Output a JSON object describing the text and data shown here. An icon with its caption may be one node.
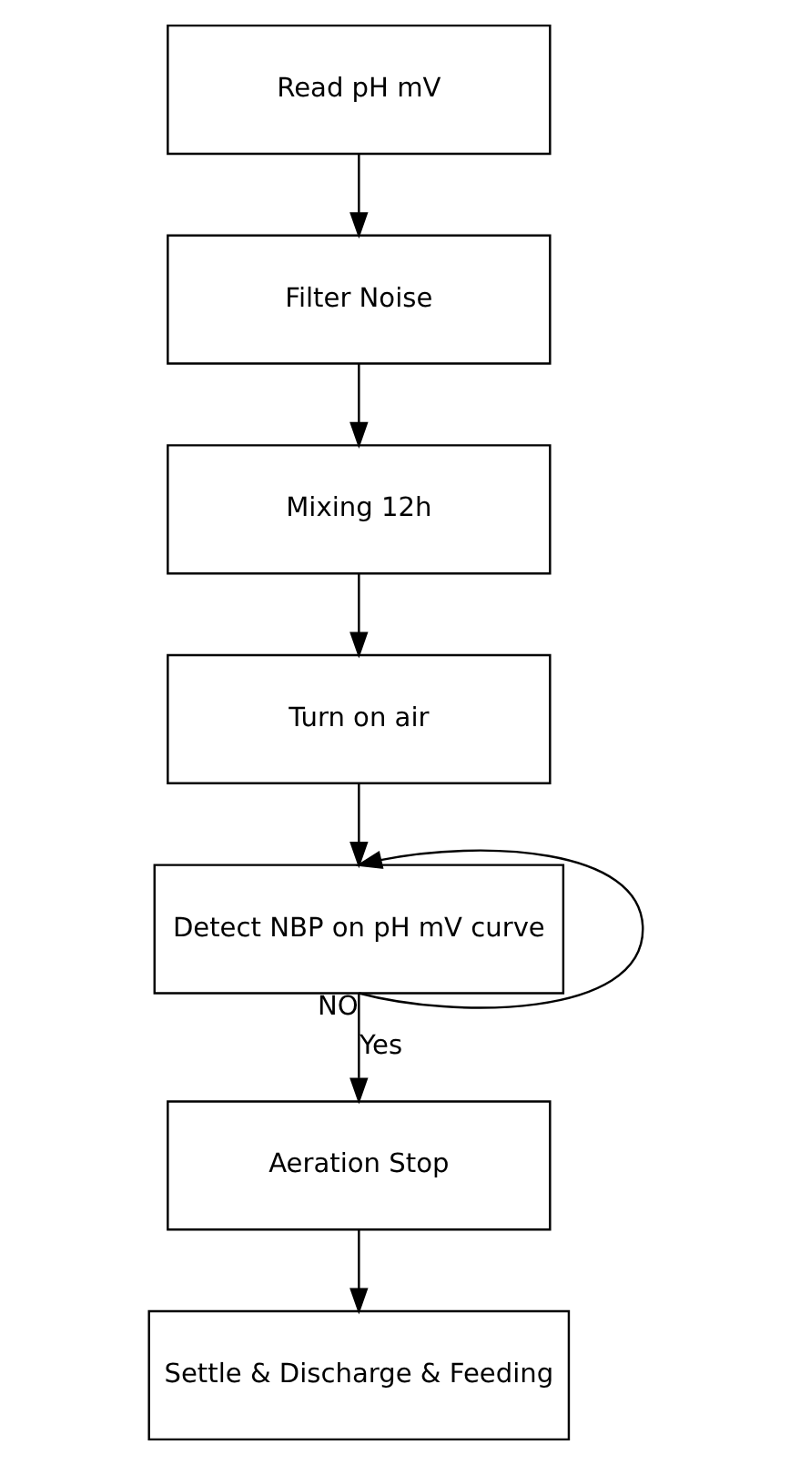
{
  "diagram": {
    "nodes": [
      {
        "text": [
          "Read pH mV"
        ]
      },
      {
        "text": [
          "Filter Noise"
        ]
      },
      {
        "text": [
          "Mixing 12h"
        ]
      },
      {
        "text": [
          "Turn on air"
        ]
      },
      {
        "text": [
          "Detect NBP on pH mV curve"
        ]
      },
      {
        "text": [
          "Aeration Stop"
        ]
      },
      {
        "text": [
          "Settle & Discharge & Feeding"
        ]
      }
    ],
    "edges": [
      {
        "from": 0,
        "to": 1,
        "arrow": "to"
      },
      {
        "from": 1,
        "to": 2,
        "arrow": "to"
      },
      {
        "from": 2,
        "to": 3,
        "arrow": "to"
      },
      {
        "from": 3,
        "to": 4,
        "arrow": "to"
      },
      {
        "from": 4,
        "to": 4,
        "arrow": "to",
        "label": "NO"
      },
      {
        "from": 4,
        "to": 5,
        "arrow": "to",
        "label": "Yes"
      },
      {
        "from": 5,
        "to": 6,
        "arrow": "to"
      }
    ]
  }
}
